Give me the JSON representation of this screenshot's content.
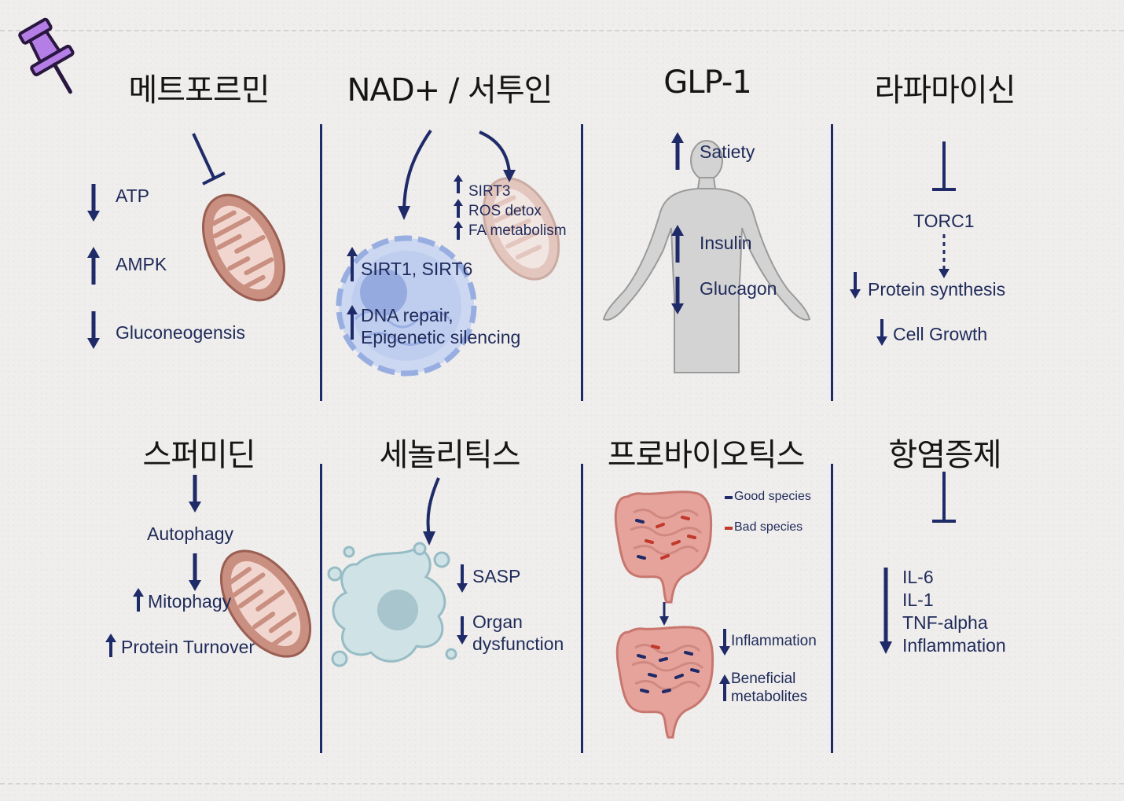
{
  "titles": {
    "metformin": "메트포르민",
    "nad": "NAD+ / 서투인",
    "glp1": "GLP-1",
    "rapamycin": "라파마이신",
    "spermidine": "스퍼미딘",
    "senolytics": "세놀리틱스",
    "probiotics": "프로바이오틱스",
    "antiinflammatory": "항염증제"
  },
  "metformin": {
    "items": [
      "ATP",
      "AMPK",
      "Gluconeogensis"
    ]
  },
  "nad": {
    "mito_items": [
      "SIRT3",
      "ROS detox",
      "FA metabolism"
    ],
    "nucleus_items": [
      "SIRT1, SIRT6",
      "DNA repair,",
      "Epigenetic silencing"
    ]
  },
  "glp1": {
    "items": [
      "Satiety",
      "Insulin",
      "Glucagon"
    ]
  },
  "rapamycin": {
    "target": "TORC1",
    "items": [
      "Protein synthesis",
      "Cell Growth"
    ]
  },
  "spermidine": {
    "items": [
      "Autophagy",
      "Mitophagy",
      "Protein Turnover"
    ]
  },
  "senolytics": {
    "items": [
      "SASP",
      "Organ",
      "dysfunction"
    ]
  },
  "probiotics": {
    "legend": [
      "Good species",
      "Bad species"
    ],
    "effects": [
      "Inflammation",
      "Beneficial",
      "metabolites"
    ]
  },
  "antiinflammatory": {
    "items": [
      "IL-6",
      "IL-1",
      "TNF-alpha",
      "Inflammation"
    ]
  },
  "colors": {
    "navy": "#1f2a68",
    "pin": "#a06ad6",
    "mito": "#c98f80",
    "cell": "#8aa3e0",
    "gut": "#e6a39c",
    "good": "#1f2a68",
    "bad": "#c0392b"
  }
}
